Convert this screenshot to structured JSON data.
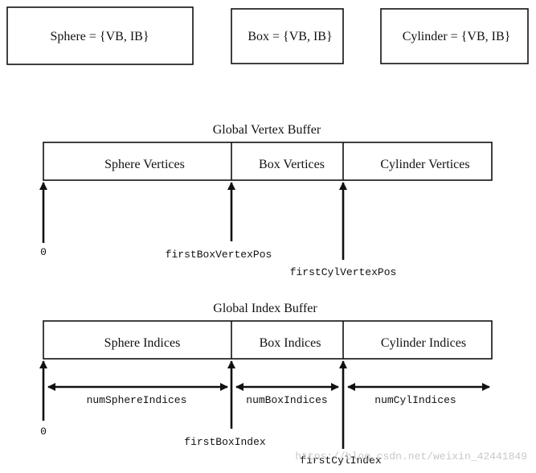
{
  "meshes": [
    {
      "label": "Sphere = {VB, IB}"
    },
    {
      "label": "Box = {VB, IB}"
    },
    {
      "label": "Cylinder = {VB, IB}"
    }
  ],
  "vertex_buffer": {
    "title": "Global Vertex Buffer",
    "segments": [
      "Sphere Vertices",
      "Box Vertices",
      "Cylinder Vertices"
    ],
    "pointers": [
      "0",
      "firstBoxVertexPos",
      "firstCylVertexPos"
    ]
  },
  "index_buffer": {
    "title": "Global Index Buffer",
    "segments": [
      "Sphere Indices",
      "Box Indices",
      "Cylinder Indices"
    ],
    "pointers": [
      "0",
      "firstBoxIndex",
      "firstCylIndex"
    ],
    "spans": [
      "numSphereIndices",
      "numBoxIndices",
      "numCylIndices"
    ]
  },
  "watermark": "https://blog.csdn.net/weixin_42441849"
}
